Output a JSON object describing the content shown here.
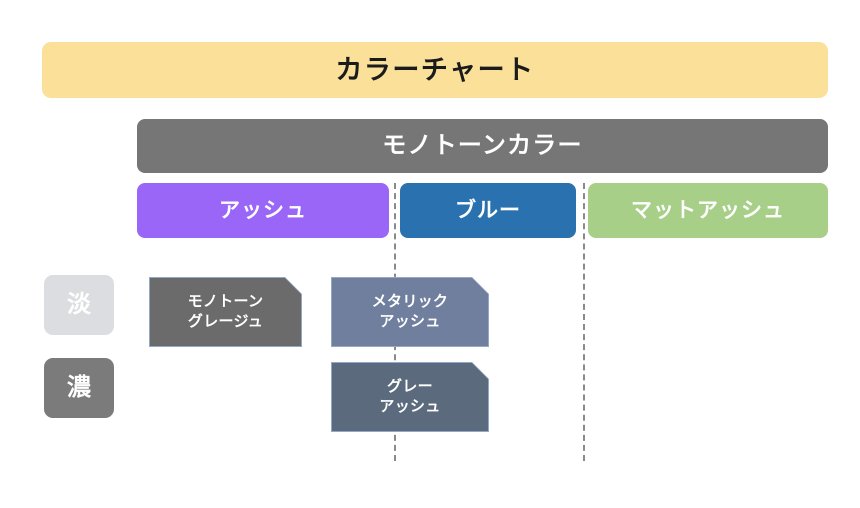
{
  "title_banner": {
    "label": "カラーチャート",
    "background": "#FBE09A",
    "text_color": "#1B1B1B"
  },
  "group_banner": {
    "label": "モノトーンカラー",
    "background": "#767676",
    "text_color": "#FFFFFF"
  },
  "categories": [
    {
      "label": "アッシュ",
      "color": "#9A66F7"
    },
    {
      "label": "ブルー",
      "color": "#2A71B0"
    },
    {
      "label": "マットアッシュ",
      "color": "#A7CF87"
    }
  ],
  "tone_badges": [
    {
      "label": "淡",
      "color": "#DCDDE0"
    },
    {
      "label": "濃",
      "color": "#7B7B7B"
    }
  ],
  "cards": [
    {
      "line1": "モノトーン",
      "line2": "グレージュ",
      "color": "#6B6B6B",
      "border": "#93A8C4",
      "tone": "淡",
      "category": "アッシュ"
    },
    {
      "line1": "メタリック",
      "line2": "アッシュ",
      "color": "#717F9E",
      "border": "#93A8C4",
      "tone": "淡",
      "category": "ブルー"
    },
    {
      "line1": "グレー",
      "line2": "アッシュ",
      "color": "#5B6B7D",
      "border": "#93A8C4",
      "tone": "濃",
      "category": "ブルー"
    }
  ],
  "dividers": {
    "color": "#8A8A8A",
    "style": "dashed",
    "count": 2
  }
}
